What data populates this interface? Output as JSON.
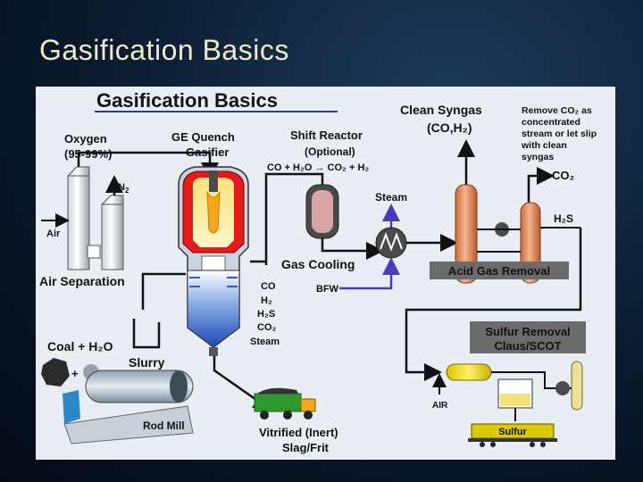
{
  "slide": {
    "title": "Gasification Basics"
  },
  "diagram": {
    "header": "Gasification Basics",
    "oxygen": {
      "line1": "Oxygen",
      "line2": "(95-99%)"
    },
    "n2": "N",
    "n2_sub": "2",
    "air_in": "Air",
    "air_separation": "Air Separation",
    "gasifier": {
      "line1": "GE Quench",
      "line2": "Gasifier"
    },
    "shift": {
      "line1": "Shift Reactor",
      "line2": "(Optional)"
    },
    "shift_reaction": "CO + H₂O → CO₂ + H₂",
    "clean_syngas": {
      "line1": "Clean Syngas",
      "line2": "(CO,H₂)"
    },
    "remove_co2": [
      "Remove CO₂ as",
      "concentrated",
      "stream or let slip",
      "with clean",
      "syngas"
    ],
    "co2_out": "CO₂",
    "steam_out": "Steam",
    "h2s_out": "H₂S",
    "gas_cooling": "Gas Cooling",
    "bfw": "BFW",
    "acid_gas_removal": "Acid Gas Removal",
    "products": [
      "CO",
      "H₂",
      "H₂S",
      "CO₂",
      "Steam"
    ],
    "coal": "Coal + H₂O",
    "plus": "+",
    "slurry": "Slurry",
    "rod_mill": "Rod Mill",
    "vitrified": {
      "line1": "Vitrified (Inert)",
      "line2": "Slag/Frit"
    },
    "sulfur_removal": {
      "line1": "Sulfur Removal",
      "line2": "Claus/SCOT"
    },
    "air_claus": "AIR",
    "sulfur": "Sulfur"
  }
}
